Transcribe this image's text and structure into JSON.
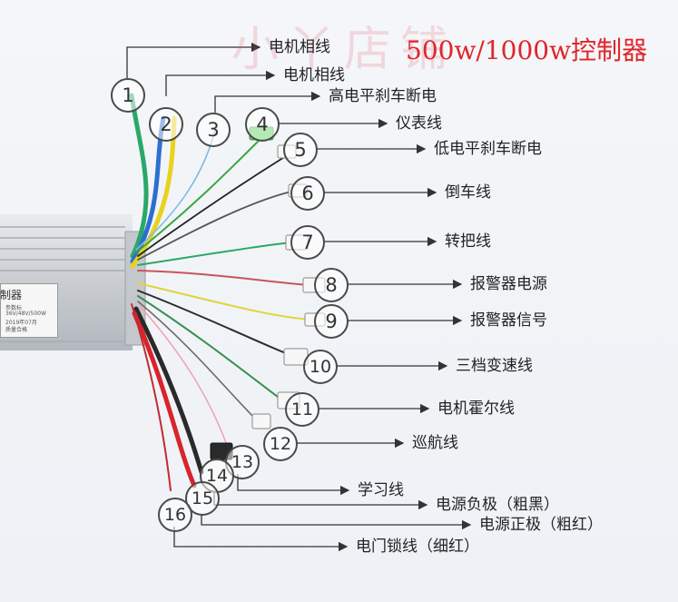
{
  "title": "500w/1000w控制器",
  "watermark": "小丫店铺",
  "nameplate": {
    "title": "制器",
    "lines": [
      "参数标",
      "36V/48V/500W",
      "2019年07月",
      "质量合格"
    ]
  },
  "callouts": [
    {
      "number": "1",
      "label": "电机相线"
    },
    {
      "number": "2",
      "label": "电机相线"
    },
    {
      "number": "3",
      "label": "高电平刹车断电"
    },
    {
      "number": "4",
      "label": "仪表线"
    },
    {
      "number": "5",
      "label": "低电平刹车断电"
    },
    {
      "number": "6",
      "label": "倒车线"
    },
    {
      "number": "7",
      "label": "转把线"
    },
    {
      "number": "8",
      "label": "报警器电源"
    },
    {
      "number": "9",
      "label": "报警器信号"
    },
    {
      "number": "10",
      "label": "三档变速线"
    },
    {
      "number": "11",
      "label": "电机霍尔线"
    },
    {
      "number": "12",
      "label": "巡航线"
    },
    {
      "number": "13",
      "label": "学习线"
    },
    {
      "number": "14",
      "label": "电源负极（粗黑）"
    },
    {
      "number": "15",
      "label": "电源正极（粗红）"
    },
    {
      "number": "16",
      "label": "电门锁线（细红）"
    }
  ]
}
